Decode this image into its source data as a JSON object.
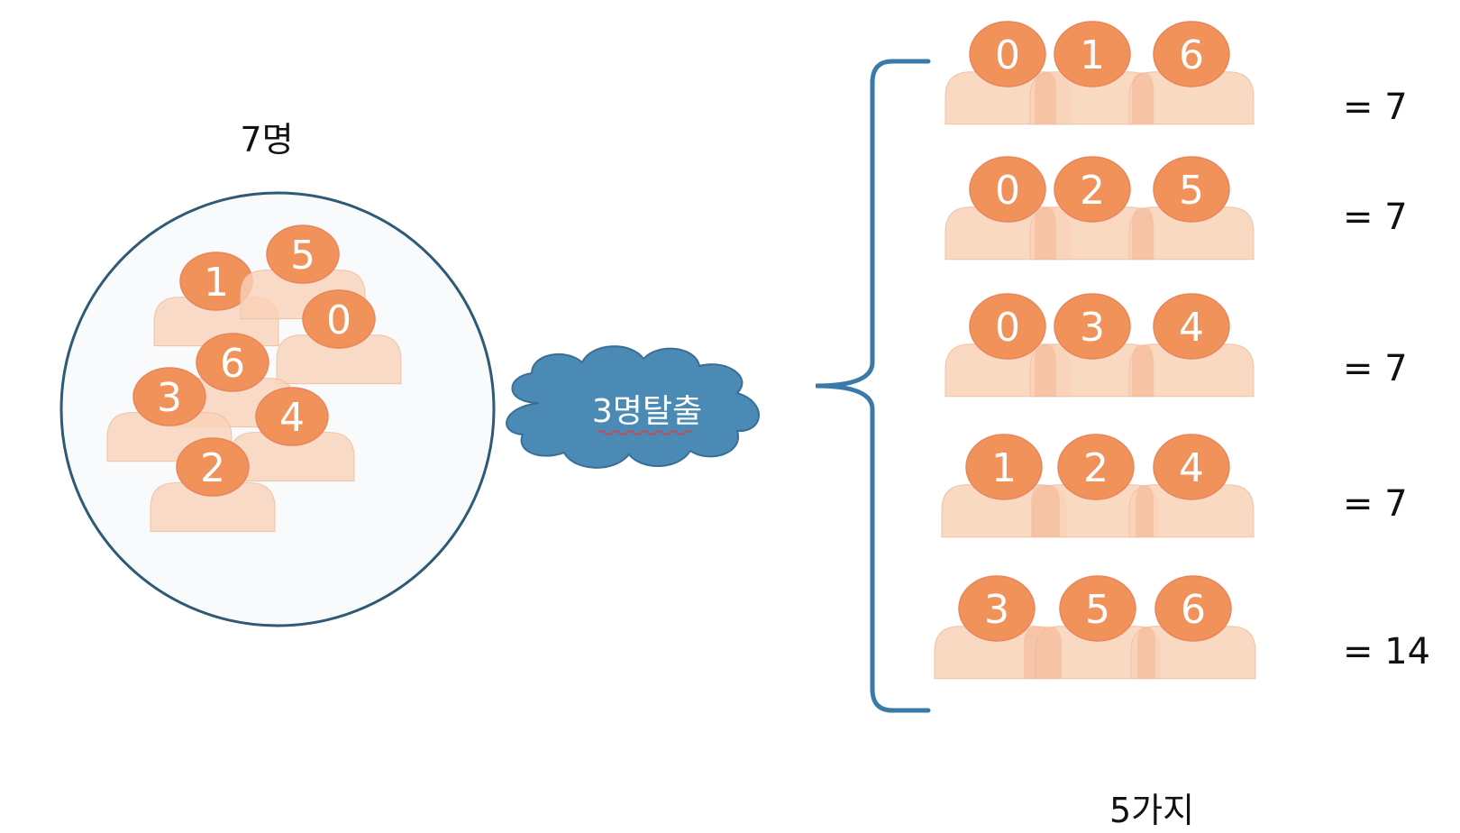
{
  "colors": {
    "body_fill": "#f9d2b8",
    "body_overlap": "#f3b593",
    "head_fill": "#f0925a",
    "head_stroke": "#e8855a",
    "number_text": "#ffffff",
    "circle_fill": "#f8fafc",
    "circle_stroke": "#2e5a76",
    "cloud_fill": "#4a8ab5",
    "cloud_stroke": "#3a6f95",
    "brace": "#3a7aa8"
  },
  "icons": {
    "person": "person-icon",
    "cloud": "cloud-icon",
    "brace": "curly-brace-icon"
  },
  "left": {
    "title": "7명",
    "people": [
      "1",
      "5",
      "0",
      "6",
      "3",
      "4",
      "2"
    ]
  },
  "cloud": {
    "label": "3명탈출"
  },
  "groups": [
    {
      "members": [
        "0",
        "1",
        "6"
      ],
      "result": "= 7"
    },
    {
      "members": [
        "0",
        "2",
        "5"
      ],
      "result": "= 7"
    },
    {
      "members": [
        "0",
        "3",
        "4"
      ],
      "result": "= 7"
    },
    {
      "members": [
        "1",
        "2",
        "4"
      ],
      "result": "= 7"
    },
    {
      "members": [
        "3",
        "5",
        "6"
      ],
      "result": "= 14"
    }
  ],
  "footer": {
    "count_label": "5가지"
  }
}
